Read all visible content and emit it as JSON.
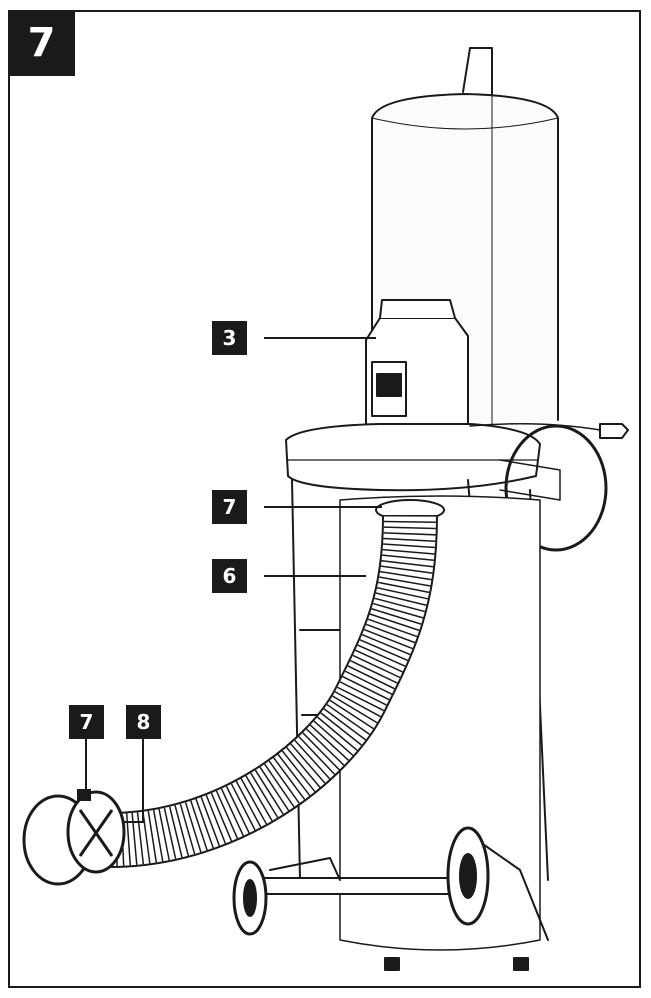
{
  "figure": {
    "number": "7"
  },
  "callouts": [
    {
      "id": "callout-3",
      "label": "3"
    },
    {
      "id": "callout-7-top",
      "label": "7"
    },
    {
      "id": "callout-6",
      "label": "6"
    },
    {
      "id": "callout-7-left",
      "label": "7"
    },
    {
      "id": "callout-8",
      "label": "8"
    }
  ],
  "colors": {
    "ink": "#1a1a1a",
    "paper": "#ffffff"
  }
}
